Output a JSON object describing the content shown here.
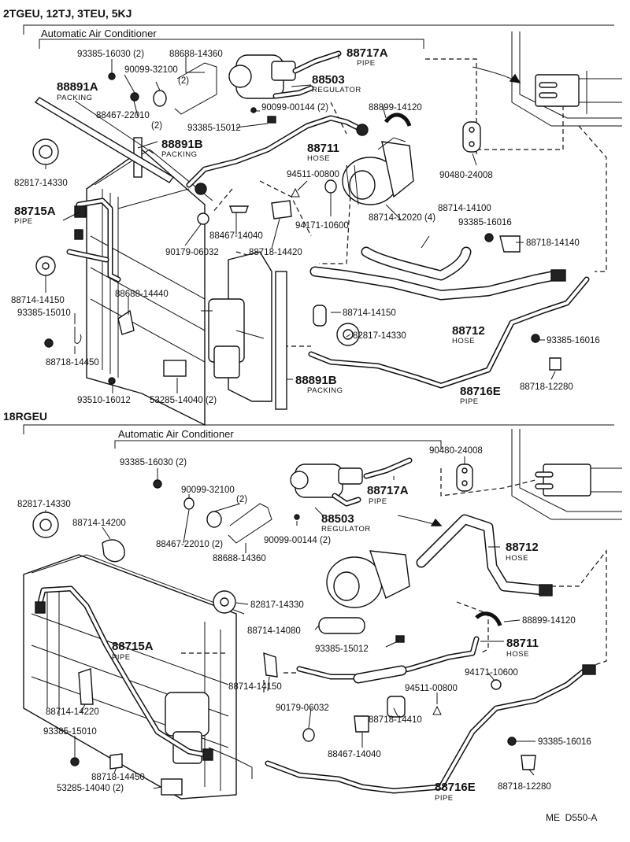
{
  "section_top": {
    "models": "2TGEU, 12TJ, 3TEU, 5KJ",
    "group": "Automatic Air Conditioner"
  },
  "section_bottom": {
    "models": "18RGEU",
    "group": "Automatic Air Conditioner"
  },
  "footer": {
    "code": "ME  D550-A"
  },
  "names": {
    "pipe": "PIPE",
    "hose": "HOSE",
    "packing": "PACKING",
    "regulator": "REGULATOR"
  },
  "top_parts": {
    "p93385_16030": "93385-16030 (2)",
    "p88688_14360": "88688-14360",
    "p88717A": "88717A",
    "p90099_32100": "90099-32100",
    "qty2a": "(2)",
    "p88503": "88503",
    "p88891A": "88891A",
    "p88467_22010": "88467-22010",
    "qty2b": "(2)",
    "p90099_00144": "90099-00144 (2)",
    "p88899_14120": "88899-14120",
    "p93385_15012": "93385-15012",
    "p88891B_a": "88891B",
    "p88711": "88711",
    "p82817_14330a": "82817-14330",
    "p94511_00800": "94511-00800",
    "p90480_24008": "90480-24008",
    "p88715A": "88715A",
    "p88467_14040": "88467-14040",
    "p94171_10600": "94171-10600",
    "p88714_14100": "88714-14100",
    "p88714_12020": "88714-12020 (4)",
    "p93385_16016a": "93385-16016",
    "p88718_14140": "88718-14140",
    "p90179_06032": "90179-06032",
    "p88718_14420": "88718-14420",
    "p88714_14150a": "88714-14150",
    "p88688_14440": "88688-14440",
    "p93385_15010": "93385-15010",
    "p88714_14150b": "88714-14150",
    "p88712": "88712",
    "p82817_14330b": "82817-14330",
    "p93385_16016b": "93385-16016",
    "p88718_14450": "88718-14450",
    "p88716E": "88716E",
    "p88718_12280": "88718-12280",
    "p88891B_b": "88891B",
    "p93510_16012": "93510-16012",
    "p53285_14040": "53285-14040 (2)"
  },
  "bottom_parts": {
    "p93385_16030": "93385-16030 (2)",
    "p90480_24008": "90480-24008",
    "p90099_32100": "90099-32100",
    "qty2": "(2)",
    "p88717A": "88717A",
    "p82817_14330a": "82817-14330",
    "p88714_14200": "88714-14200",
    "p88503": "88503",
    "p88467_22010": "88467-22010 (2)",
    "p90099_00144": "90099-00144 (2)",
    "p88712": "88712",
    "p88688_14360": "88688-14360",
    "p82817_14330b": "82817-14330",
    "p88899_14120": "88899-14120",
    "p88714_14080": "88714-14080",
    "p88715A": "88715A",
    "p93385_15012": "93385-15012",
    "p88711": "88711",
    "p94171_10600": "94171-10600",
    "p88714_14150": "88714-14150",
    "p94511_00800": "94511-00800",
    "p90179_06032": "90179-06032",
    "p88714_14220": "88714-14220",
    "p88718_14410": "88718-14410",
    "p93385_15010": "93385-15010",
    "p88467_14040": "88467-14040",
    "p93385_16016": "93385-16016",
    "p88718_14450": "88718-14450",
    "p88716E": "88716E",
    "p88718_12280": "88718-12280",
    "p53285_14040": "53285-14040 (2)"
  }
}
